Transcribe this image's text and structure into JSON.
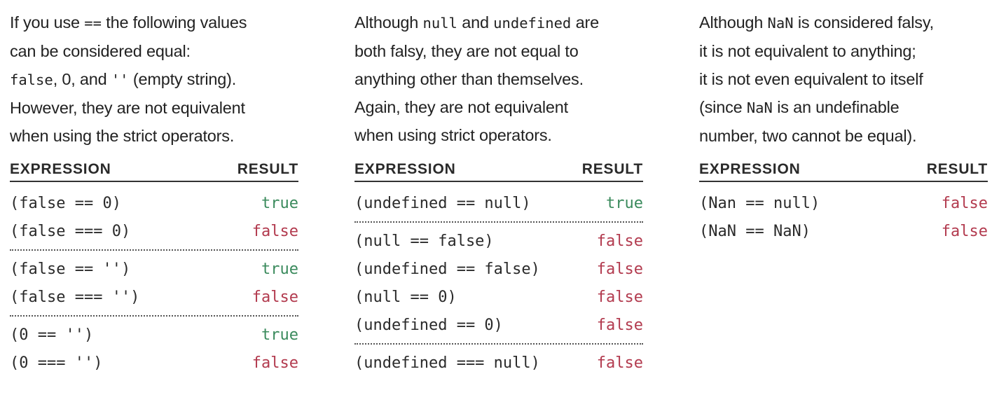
{
  "colors": {
    "true": "#3a8a5c",
    "false": "#b23a4e",
    "text": "#222222"
  },
  "columns": [
    {
      "intro_lines": [
        [
          {
            "text": "If you use "
          },
          {
            "text": "==",
            "code": true
          },
          {
            "text": " the following values"
          }
        ],
        [
          {
            "text": "can be considered equal:"
          }
        ],
        [
          {
            "text": "false",
            "code": true
          },
          {
            "text": ", 0, and "
          },
          {
            "text": "''",
            "code": true
          },
          {
            "text": " (empty string)."
          }
        ],
        [
          {
            "text": "However, they are not equivalent"
          }
        ],
        [
          {
            "text": "when using the strict operators."
          }
        ]
      ],
      "header": {
        "expression": "EXPRESSION",
        "result": "RESULT"
      },
      "groups": [
        [
          {
            "expression": "(false == 0)",
            "result": "true"
          },
          {
            "expression": "(false === 0)",
            "result": "false"
          }
        ],
        [
          {
            "expression": "(false == '')",
            "result": "true"
          },
          {
            "expression": "(false === '')",
            "result": "false"
          }
        ],
        [
          {
            "expression": "(0 == '')",
            "result": "true"
          },
          {
            "expression": "(0 === '')",
            "result": "false"
          }
        ]
      ]
    },
    {
      "intro_lines": [
        [
          {
            "text": "Although "
          },
          {
            "text": "null",
            "code": true
          },
          {
            "text": " and "
          },
          {
            "text": "undefined",
            "code": true
          },
          {
            "text": " are"
          }
        ],
        [
          {
            "text": "both falsy, they are not equal to"
          }
        ],
        [
          {
            "text": "anything other than themselves."
          }
        ],
        [
          {
            "text": "Again, they are not equivalent"
          }
        ],
        [
          {
            "text": "when using strict operators."
          }
        ]
      ],
      "header": {
        "expression": "EXPRESSION",
        "result": "RESULT"
      },
      "groups": [
        [
          {
            "expression": "(undefined == null)",
            "result": "true"
          }
        ],
        [
          {
            "expression": "(null == false)",
            "result": "false"
          },
          {
            "expression": "(undefined == false)",
            "result": "false"
          },
          {
            "expression": "(null == 0)",
            "result": "false"
          },
          {
            "expression": "(undefined == 0)",
            "result": "false"
          }
        ],
        [
          {
            "expression": "(undefined === null)",
            "result": "false"
          }
        ]
      ]
    },
    {
      "intro_lines": [
        [
          {
            "text": "Although "
          },
          {
            "text": "NaN",
            "code": true
          },
          {
            "text": " is considered falsy,"
          }
        ],
        [
          {
            "text": "it is not equivalent to anything;"
          }
        ],
        [
          {
            "text": "it is not even equivalent to itself"
          }
        ],
        [
          {
            "text": "(since "
          },
          {
            "text": "NaN",
            "code": true
          },
          {
            "text": " is an undefinable"
          }
        ],
        [
          {
            "text": "number, two cannot be equal)."
          }
        ]
      ],
      "header": {
        "expression": "EXPRESSION",
        "result": "RESULT"
      },
      "groups": [
        [
          {
            "expression": "(Nan == null)",
            "result": "false"
          },
          {
            "expression": "(NaN == NaN)",
            "result": "false"
          }
        ]
      ]
    }
  ]
}
